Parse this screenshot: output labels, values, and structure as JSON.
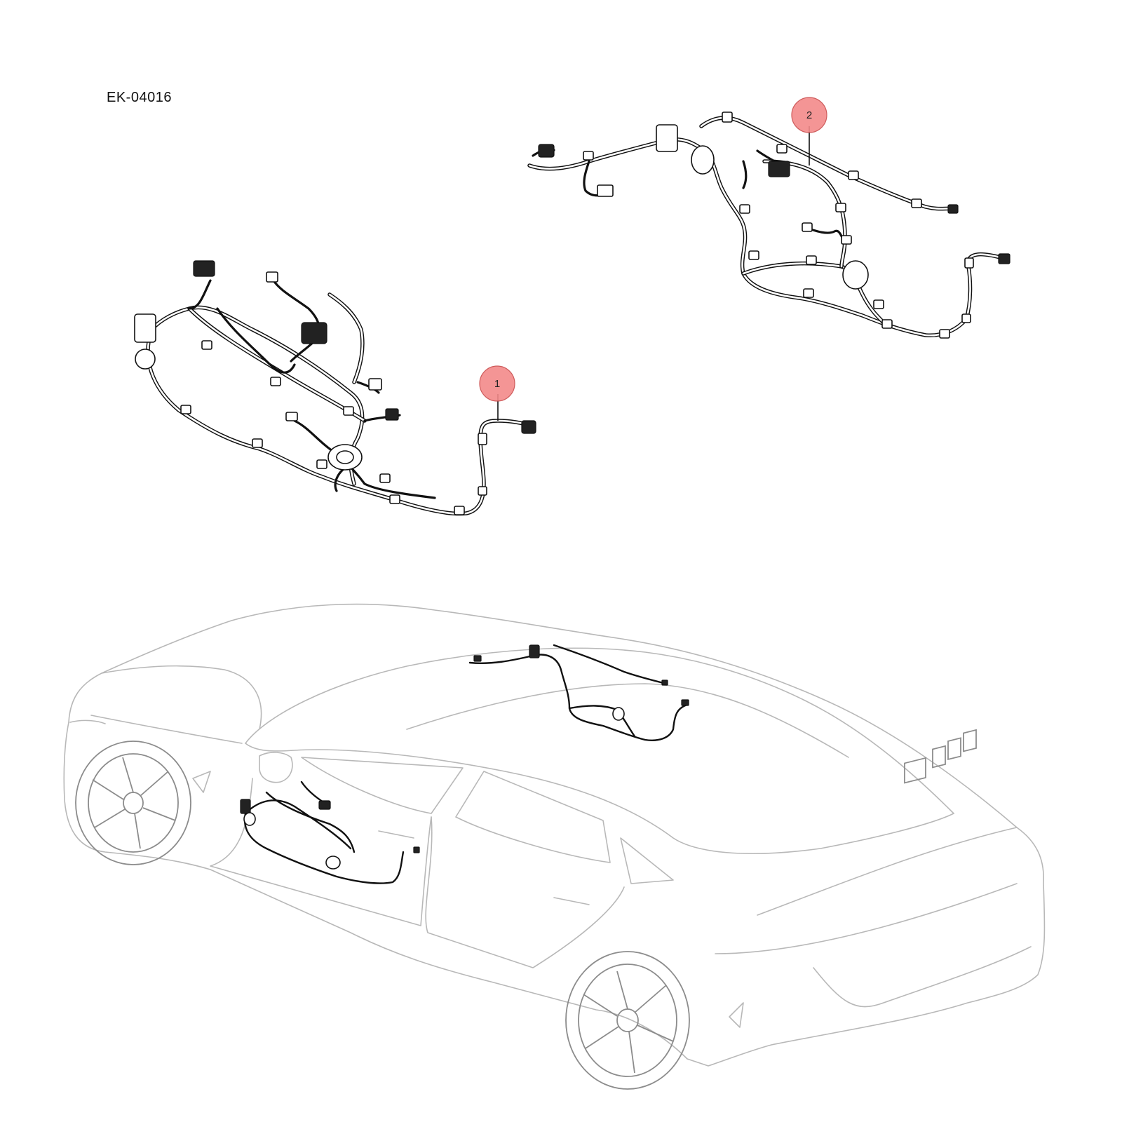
{
  "diagram": {
    "code": "EK-04016"
  },
  "callouts": [
    {
      "id": "callout-1",
      "label": "1",
      "color": "#f38a8a"
    },
    {
      "id": "callout-2",
      "label": "2",
      "color": "#f38a8a"
    }
  ],
  "parts": [
    {
      "name": "front-door-wiring-harness",
      "callout": "1"
    },
    {
      "name": "rear-door-wiring-harness",
      "callout": "2"
    }
  ]
}
